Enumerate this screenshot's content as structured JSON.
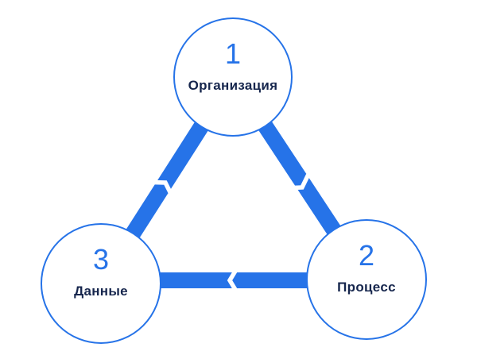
{
  "colors": {
    "accent": "#2673e8",
    "label_text": "#16264d",
    "node_fill": "#ffffff",
    "background": "#ffffff"
  },
  "diagram": {
    "type": "cycle",
    "nodes": [
      {
        "number": "1",
        "label": "Организация"
      },
      {
        "number": "2",
        "label": "Процесс"
      },
      {
        "number": "3",
        "label": "Данные"
      }
    ],
    "flow": [
      {
        "from": "Организация",
        "to": "Процесс"
      },
      {
        "from": "Процесс",
        "to": "Данные"
      },
      {
        "from": "Данные",
        "to": "Организация"
      }
    ]
  }
}
